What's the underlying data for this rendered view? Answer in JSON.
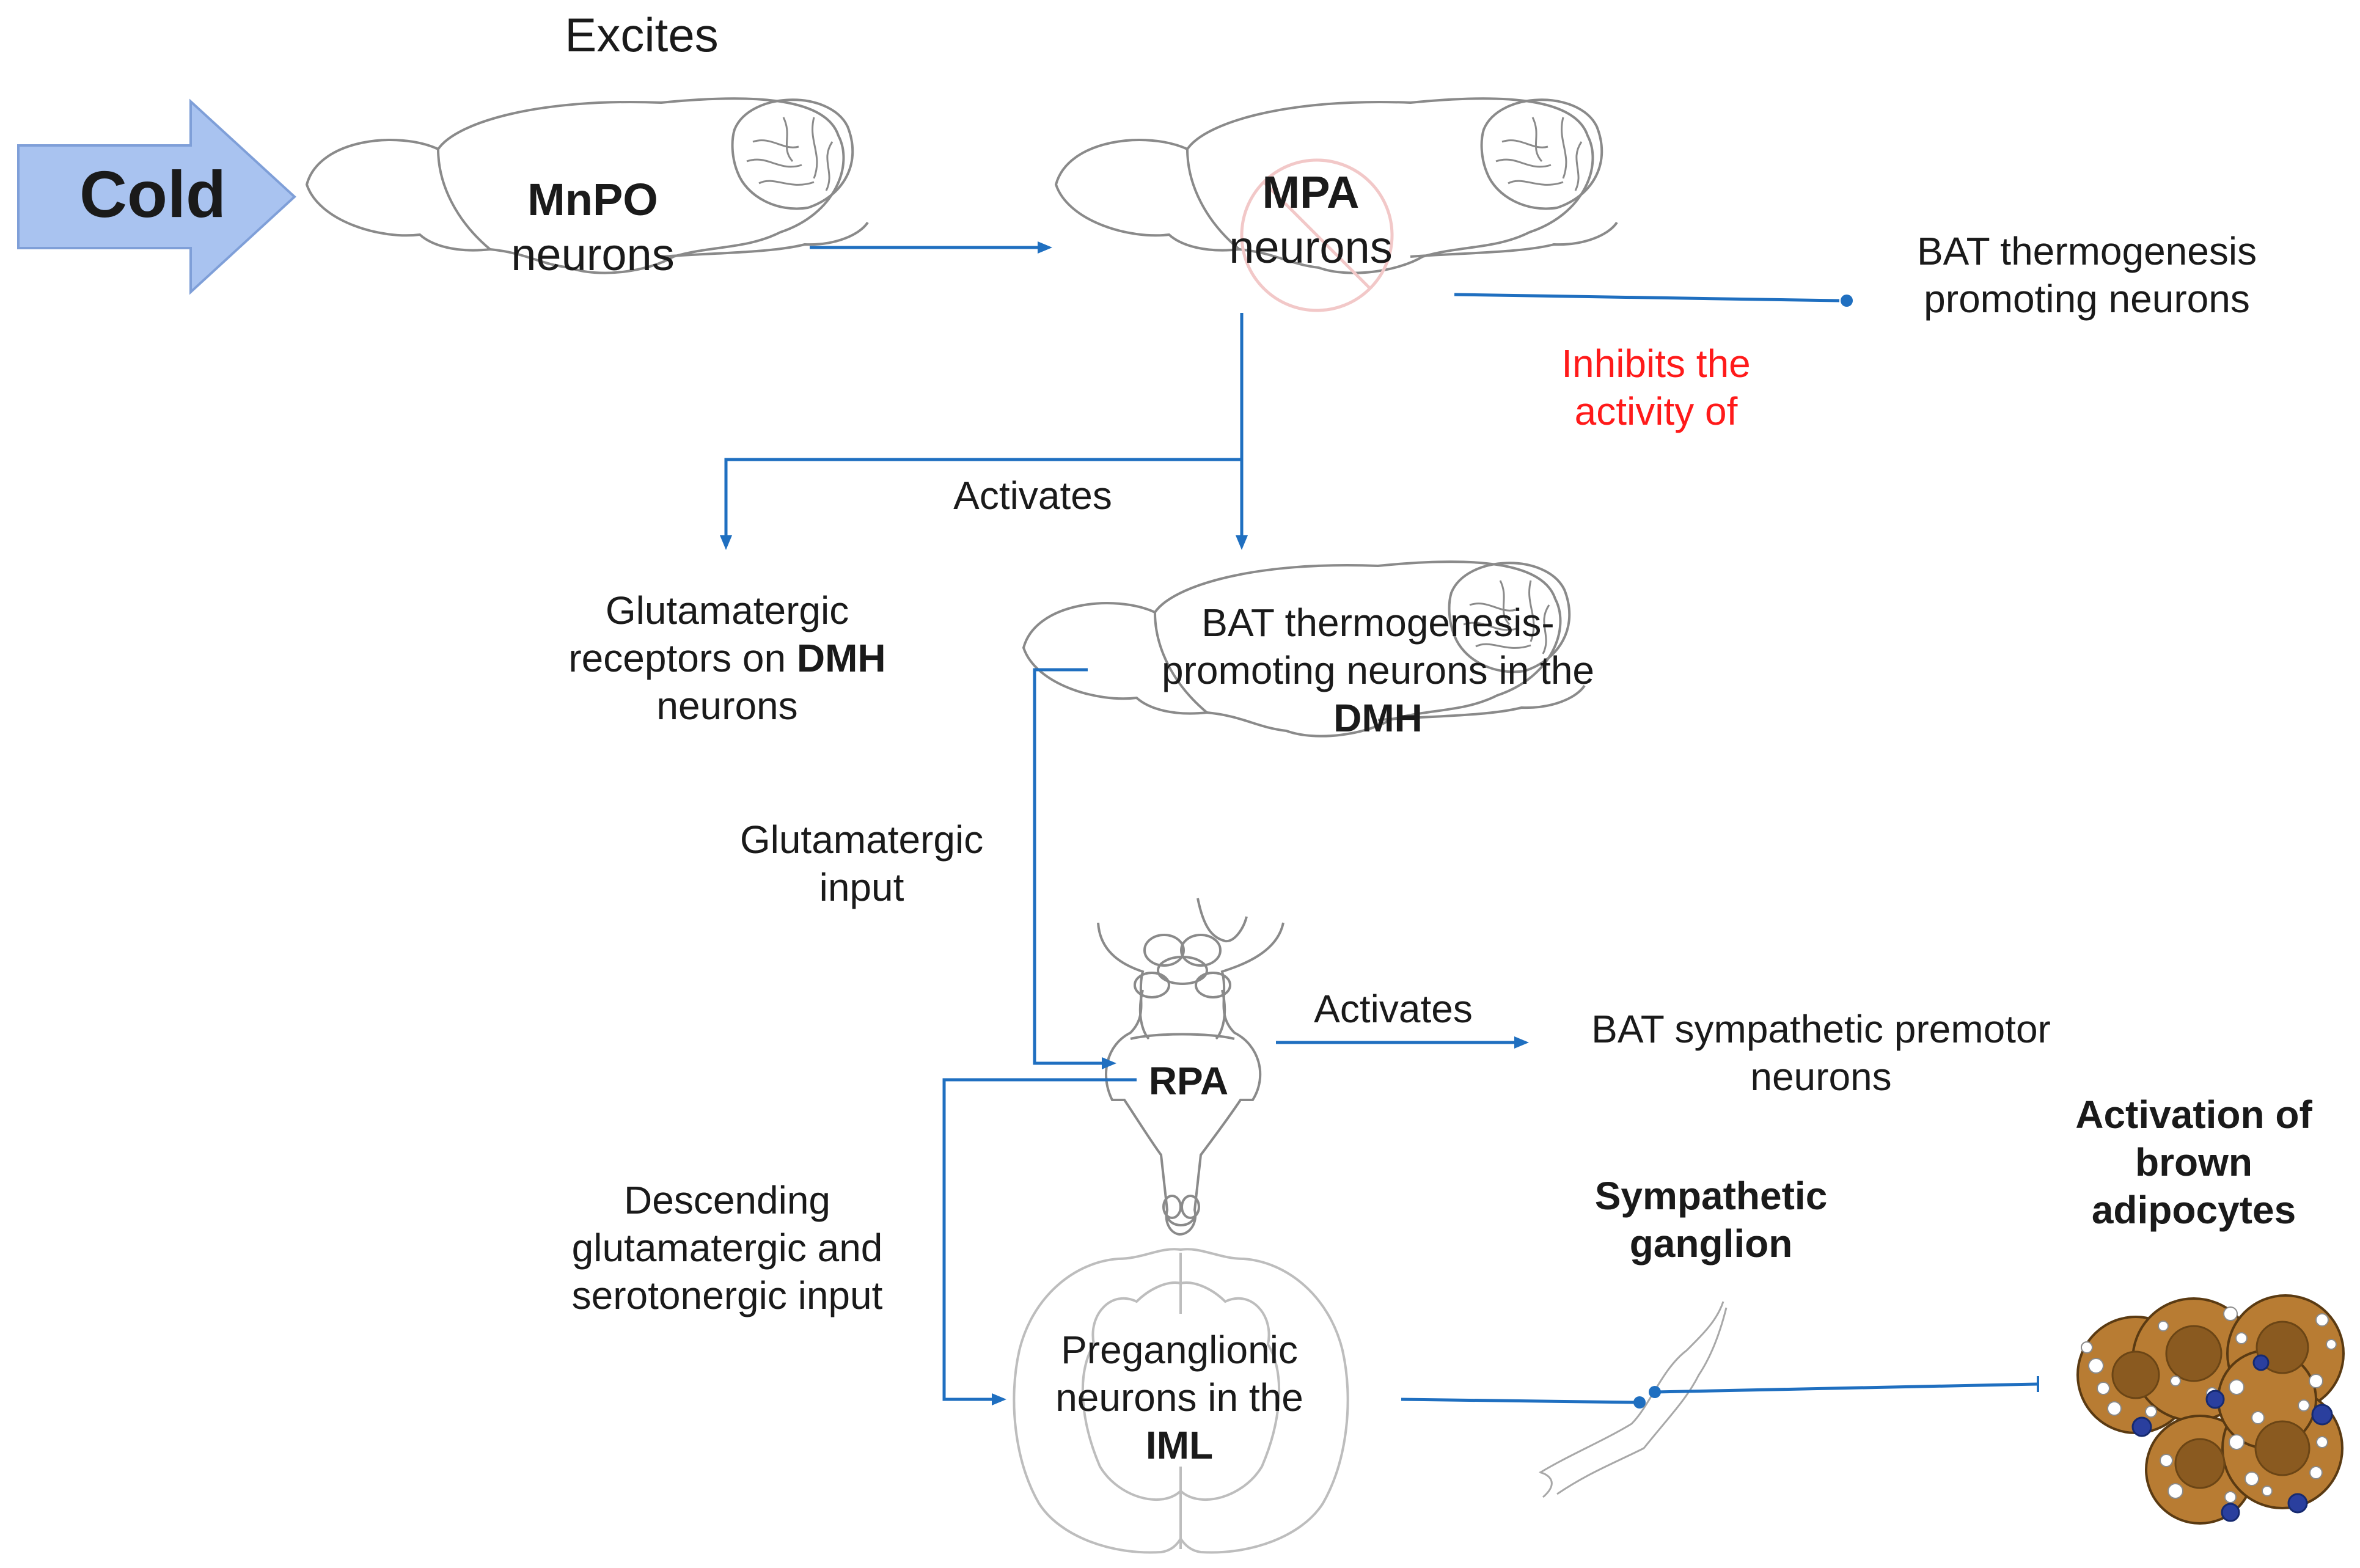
{
  "colors": {
    "arrow": "#1f6fc0",
    "cold_fill": "#a9c3f0",
    "inhibit_text": "#ff1a1a",
    "outline": "#8a8a8a",
    "light_outline": "#bdbdbd",
    "adipocyte": "#b87c33",
    "nucleus": "#2a3f9e"
  },
  "stimulus": {
    "label": "Cold",
    "icon": "right-arrow-icon"
  },
  "nodes": {
    "mnpo": {
      "bold": "MnPO",
      "rest": "neurons",
      "icon": "brain-sagittal-icon"
    },
    "mpa": {
      "bold": "MPA",
      "rest": "neurons",
      "icon": "brain-sagittal-icon"
    },
    "bat_promoting": {
      "line1": "BAT thermogenesis",
      "line2": "promoting neurons"
    },
    "glut_receptors": {
      "line1": "Glutamatergic",
      "line2_pre": "receptors on ",
      "line2_bold": "DMH",
      "line3": "neurons"
    },
    "dmh": {
      "line1": "BAT thermogenesis-",
      "line2": "promoting neurons in the",
      "line3_bold": "DMH",
      "icon": "brain-sagittal-icon"
    },
    "rpa": {
      "label": "RPA",
      "icon": "brainstem-icon"
    },
    "bat_premotor": {
      "line1": "BAT sympathetic premotor",
      "line2": "neurons"
    },
    "iml": {
      "line1": "Preganglionic",
      "line2": "neurons in the",
      "line3_bold": "IML",
      "icon": "spinal-cord-section-icon"
    },
    "ganglion": {
      "line1": "Sympathetic",
      "line2": "ganglion",
      "icon": "ganglion-icon"
    },
    "adipocytes": {
      "line1": "Activation of",
      "line2": "brown",
      "line3": "adipocytes",
      "icon": "brown-adipocytes-icon"
    }
  },
  "edges": {
    "excites": "Excites",
    "inhibits": {
      "line1": "Inhibits the",
      "line2": "activity of"
    },
    "activates_1": "Activates",
    "glut_input": {
      "line1": "Glutamatergic",
      "line2": "input"
    },
    "activates_2": "Activates",
    "descending": {
      "line1": "Descending",
      "line2": "glutamatergic and",
      "line3": "serotonergic input"
    }
  }
}
